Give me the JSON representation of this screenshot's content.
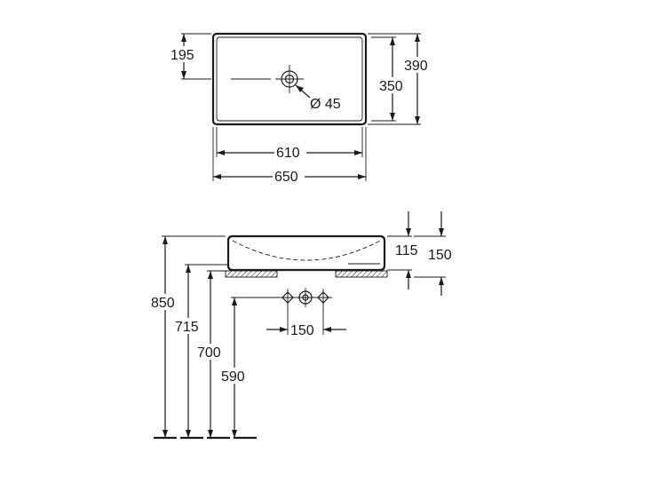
{
  "top_view": {
    "dim_offset": "195",
    "dim_outer_depth": "390",
    "dim_inner_depth": "350",
    "dim_drain": "Ø 45",
    "dim_inner_width": "610",
    "dim_outer_width": "650"
  },
  "side_view": {
    "dim_rim_height": "850",
    "dim_715": "715",
    "dim_700": "700",
    "dim_590": "590",
    "dim_bowl_height": "115",
    "dim_total_height": "150",
    "dim_tap_spacing": "150"
  }
}
